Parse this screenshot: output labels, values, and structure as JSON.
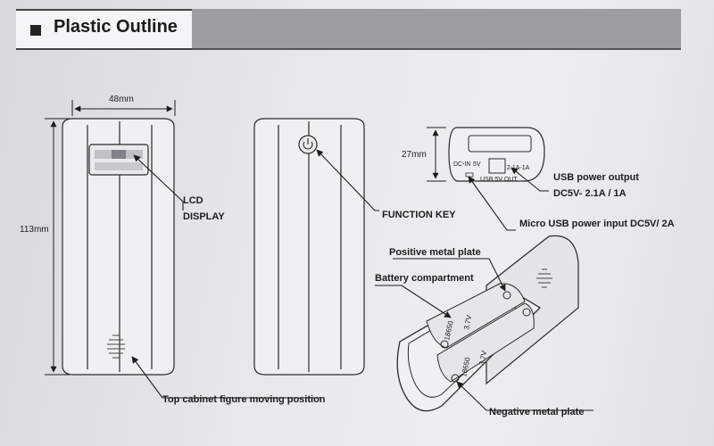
{
  "header": {
    "title": "Plastic Outline"
  },
  "dimensions": {
    "width": "48mm",
    "height": "113mm",
    "depth": "27mm"
  },
  "labels": {
    "lcd_line1": "LCD",
    "lcd_line2": "DISPLAY",
    "function_key": "FUNCTION KEY",
    "usb_output_line1": "USB power output",
    "usb_output_line2": "DC5V- 2.1A / 1A",
    "micro_usb_input": "Micro USB power input DC5V/ 2A",
    "positive_plate": "Positive metal plate",
    "battery_compartment": "Battery compartment",
    "negative_plate": "Negative metal plate",
    "top_cabinet": "Top cabinet figure moving position"
  },
  "device_markings": {
    "dc_in": "DC-IN",
    "dc_in_v": "5V",
    "out_rating": "2.1A-1A",
    "port_text": "USB 5V OUT",
    "cell1_model": "18650",
    "cell1_volt": "3.7V",
    "cell2_model": "18650",
    "cell2_volt": "3.7V"
  },
  "colors": {
    "ink": "#1d1d1d",
    "paper": "#e6e8ea",
    "header_bar": "#9a9da1"
  }
}
